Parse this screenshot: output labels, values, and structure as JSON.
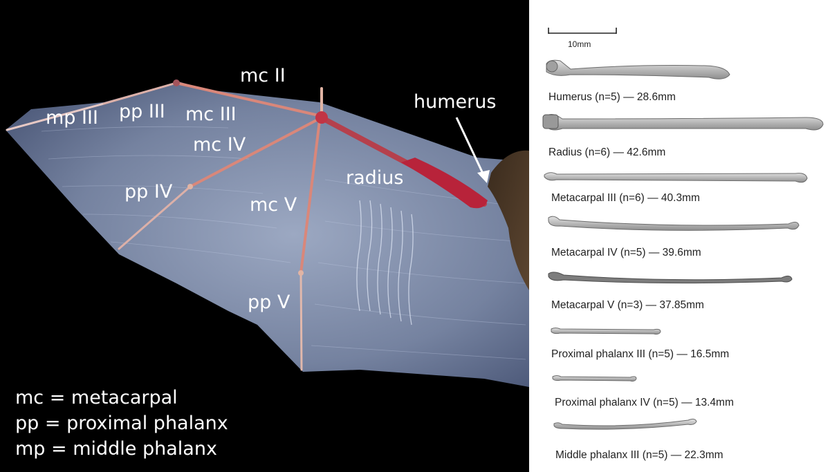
{
  "wing": {
    "labels": {
      "mc_ii": "mc II",
      "mp_iii": "mp III",
      "pp_iii": "pp III",
      "mc_iii": "mc III",
      "mc_iv": "mc IV",
      "pp_iv": "pp IV",
      "mc_v": "mc V",
      "pp_v": "pp V",
      "radius": "radius",
      "humerus": "humerus"
    },
    "legend": [
      "mc = metacarpal",
      "pp = proximal phalanx",
      "mp = middle phalanx"
    ]
  },
  "bones": {
    "scale_bar_label": "10mm",
    "captions": [
      "Humerus (n=5)  — 28.6mm",
      "Radius (n=6)  — 42.6mm",
      "Metacarpal III (n=6)  — 40.3mm",
      "Metacarpal IV (n=5)  — 39.6mm",
      "Metacarpal V (n=3) — 37.85mm",
      "Proximal phalanx III (n=5)  — 16.5mm",
      "Proximal phalanx IV (n=5)  — 13.4mm",
      "Middle phalanx III (n=5)  — 22.3mm"
    ]
  },
  "colors": {
    "panel_background": "#000000",
    "membrane": "#7f8fae",
    "bone_tissue": "#d9877a",
    "muscle": "#b8233a",
    "bone_specimen": "#c9c9c9"
  }
}
